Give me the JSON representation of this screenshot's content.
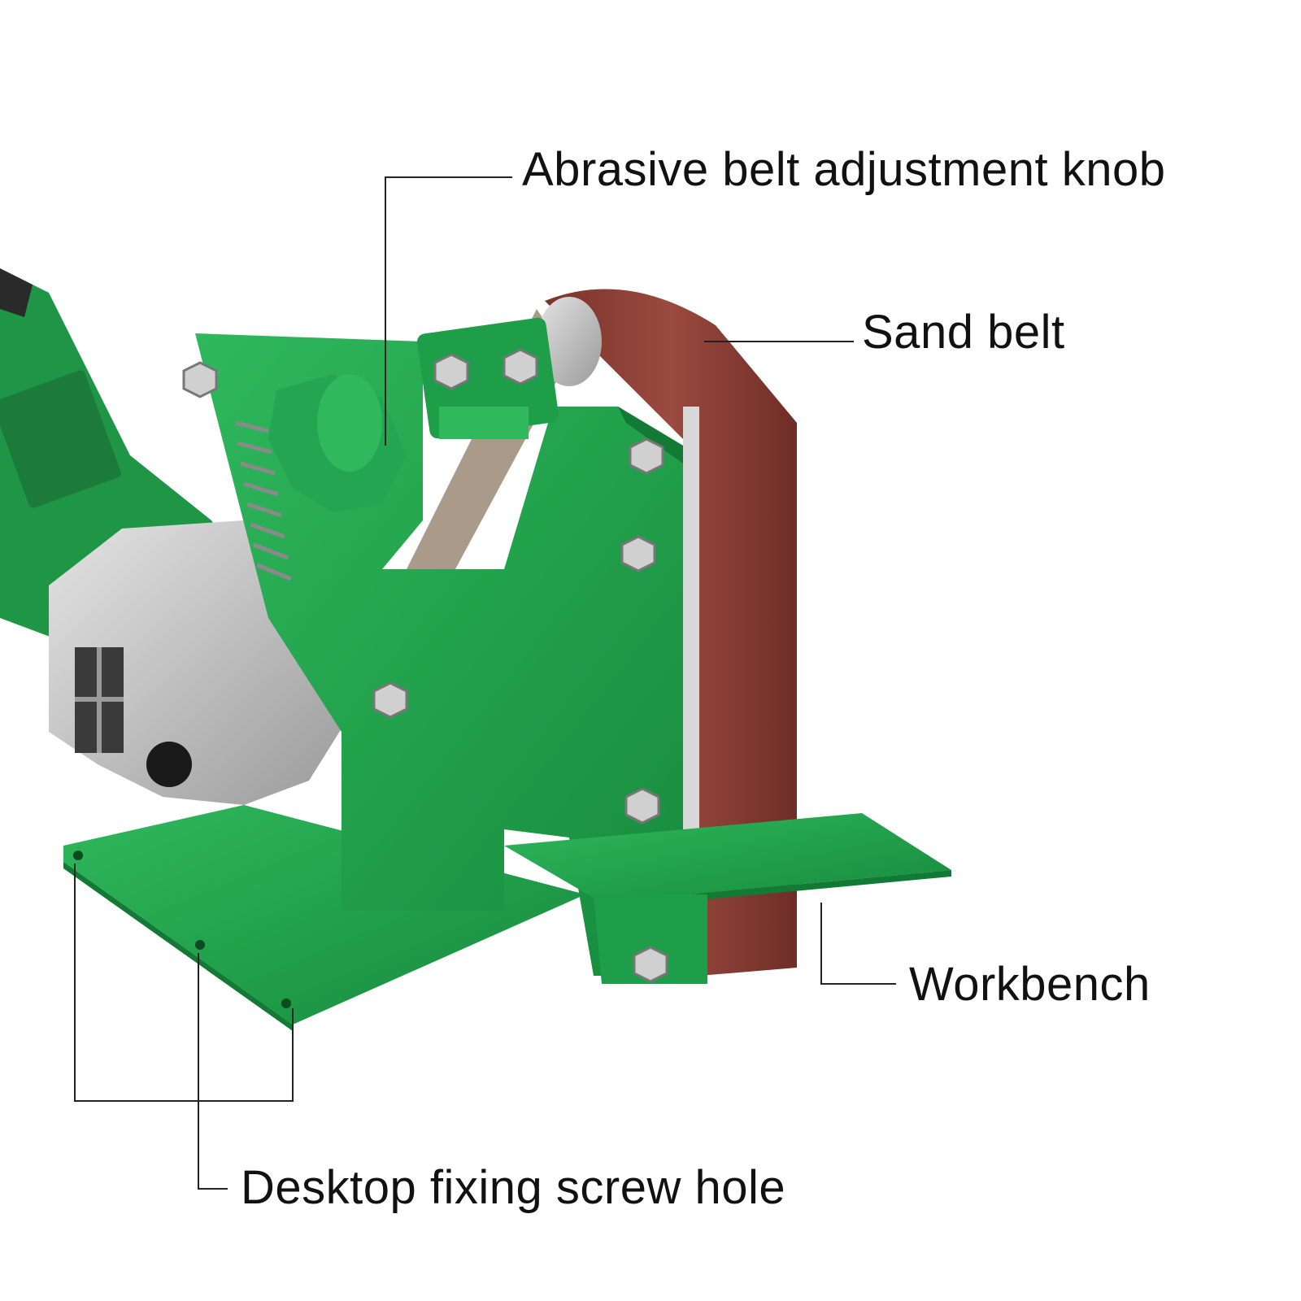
{
  "labels": {
    "knob": "Abrasive belt adjustment knob",
    "belt": "Sand belt",
    "workbench": "Workbench",
    "screw_hole": "Desktop fixing screw hole"
  },
  "colors": {
    "body_green": "#1f9e4a",
    "dark_green": "#137a35",
    "light_green": "#3cc26a",
    "belt_brown": "#8a3b32",
    "metal_silver": "#c8c8c8",
    "line": "#222222"
  },
  "icons": {
    "knob": "adjustment-knob-icon",
    "screw": "hex-bolt-icon",
    "hole": "screw-hole-icon"
  }
}
